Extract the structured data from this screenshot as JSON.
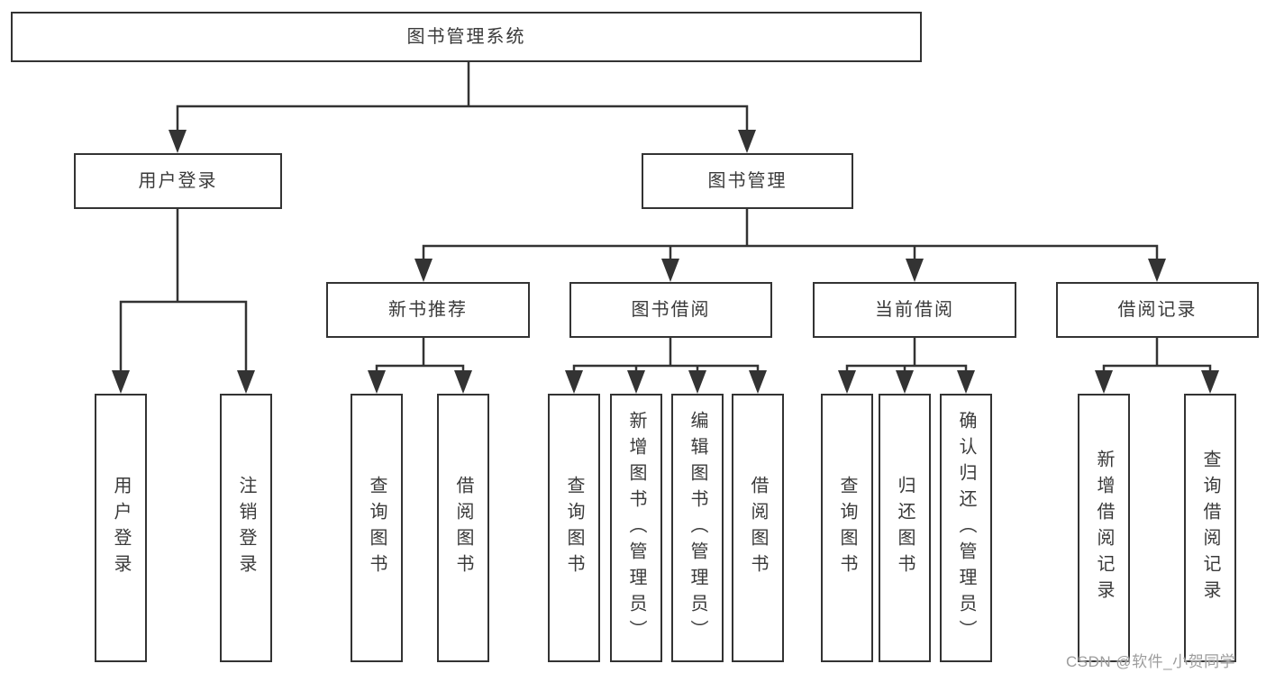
{
  "tree": {
    "label": "图书管理系统",
    "children": [
      {
        "label": "用户登录",
        "children": [
          {
            "label": "用户登录"
          },
          {
            "label": "注销登录"
          }
        ]
      },
      {
        "label": "图书管理",
        "children": [
          {
            "label": "新书推荐",
            "children": [
              {
                "label": "查询图书"
              },
              {
                "label": "借阅图书"
              }
            ]
          },
          {
            "label": "图书借阅",
            "children": [
              {
                "label": "查询图书"
              },
              {
                "label": "新增图书（管理员）"
              },
              {
                "label": "编辑图书（管理员）"
              },
              {
                "label": "借阅图书"
              }
            ]
          },
          {
            "label": "当前借阅",
            "children": [
              {
                "label": "查询图书"
              },
              {
                "label": "归还图书"
              },
              {
                "label": "确认归还（管理员）"
              }
            ]
          },
          {
            "label": "借阅记录",
            "children": [
              {
                "label": "新增借阅记录"
              },
              {
                "label": "查询借阅记录"
              }
            ]
          }
        ]
      }
    ]
  },
  "watermark": {
    "text": "CSDN @软件_小贺同学"
  },
  "colors": {
    "line": "#333333",
    "border": "#333333",
    "text": "#3a3a3a",
    "watermark_text": "#9d9d9d",
    "background": "#ffffff"
  }
}
